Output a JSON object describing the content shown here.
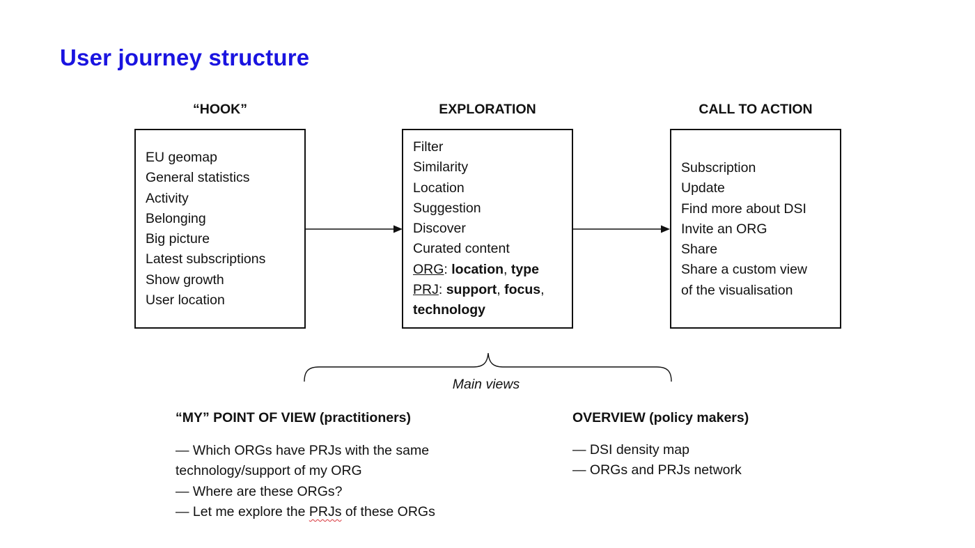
{
  "title": "User journey structure",
  "columns": {
    "hook": {
      "heading": "“HOOK”",
      "items": [
        "EU geomap",
        "General statistics",
        "Activity",
        "Belonging",
        "Big picture",
        "Latest subscriptions",
        "Show growth",
        "User location"
      ]
    },
    "exploration": {
      "heading": "EXPLORATION",
      "items": [
        "Filter",
        "Similarity",
        "Location",
        "Suggestion",
        "Discover",
        "Curated content"
      ],
      "org": {
        "abbr": "ORG",
        "sep": ": ",
        "location": "location",
        "comma": ", ",
        "type": "type"
      },
      "prj": {
        "abbr": "PRJ",
        "sep": ": ",
        "support": "support",
        "comma1": ", ",
        "focus": "focus",
        "comma2": ",",
        "technology": "technology"
      }
    },
    "call_to_action": {
      "heading": "CALL TO ACTION",
      "items": [
        "Subscription",
        "Update",
        "Find more about DSI",
        "Invite an ORG",
        "Share",
        "Share a custom view",
        "of the visualisation"
      ]
    }
  },
  "main_views_label": "Main views",
  "my_point_of_view": {
    "heading": "“MY” POINT OF VIEW (practitioners)",
    "items": [
      "— Which ORGs have PRJs with the same",
      "technology/support of my ORG",
      "— Where are these ORGs?"
    ],
    "last": {
      "before": "— Let me explore the ",
      "flagged": "PRJs",
      "after": " of these ORGs"
    }
  },
  "overview": {
    "heading": "OVERVIEW (policy makers)",
    "items": [
      "— DSI density map",
      "— ORGs and PRJs network"
    ]
  }
}
